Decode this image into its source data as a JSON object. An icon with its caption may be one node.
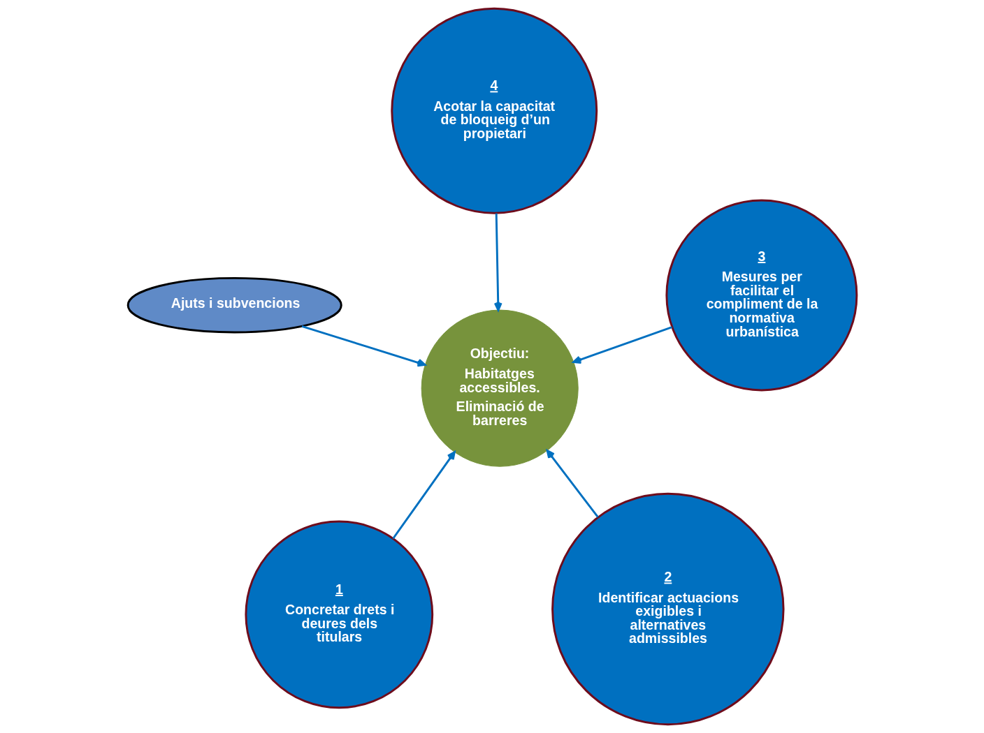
{
  "diagram": {
    "nodes": [
      {
        "text": [
          "1",
          "Concretar drets i deures dels titulars"
        ]
      },
      {
        "text": [
          "2",
          "Identificar actuacions exigibles i alternatives admissibles"
        ]
      },
      {
        "text": [
          "Objectiu:",
          "Habitatges accessibles.",
          "Eliminació de barreres"
        ]
      },
      {
        "text": [
          "4",
          "Acotar la capacitat de bloqueig d’un propietari"
        ]
      },
      {
        "text": [
          "3",
          "Mesures per facilitar el compliment de la normativa urbanística"
        ]
      },
      {
        "text": [
          "Ajuts i subvencions"
        ]
      }
    ],
    "edges": [
      {
        "from": 0,
        "to": 2,
        "arrow": "to"
      },
      {
        "from": 1,
        "to": 2,
        "arrow": "to"
      },
      {
        "from": 3,
        "to": 2,
        "arrow": "to"
      },
      {
        "from": 4,
        "to": 2,
        "arrow": "to"
      },
      {
        "from": 5,
        "to": 2,
        "arrow": "to"
      }
    ]
  }
}
